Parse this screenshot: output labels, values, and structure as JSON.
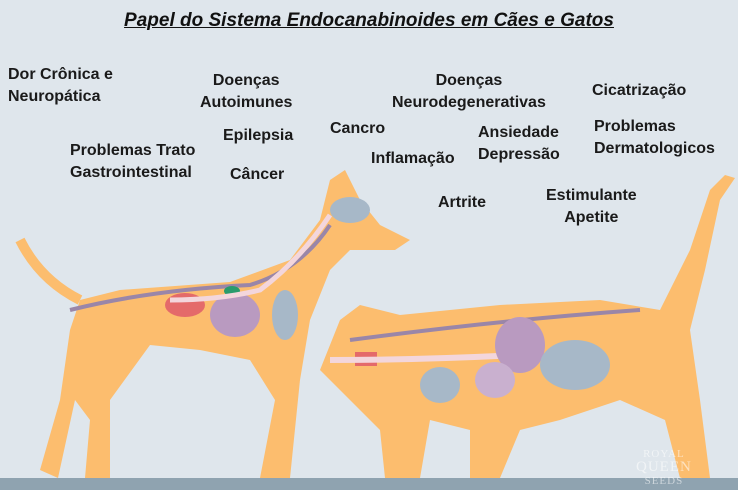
{
  "title": "Papel do Sistema Endocanabinoides em Cães e Gatos",
  "labels": {
    "dor": [
      "Dor Crônica e",
      "Neuropática"
    ],
    "autoimunes": [
      "Doenças",
      "Autoimunes"
    ],
    "neuro": [
      "Doenças",
      "Neurodegenerativas"
    ],
    "cicatrizacao": "Cicatrização",
    "gastro": [
      "Problemas Trato",
      "Gastrointestinal"
    ],
    "epilepsia": "Epilepsia",
    "cancro": "Cancro",
    "ansiedade": [
      "Ansiedade",
      "Depressão"
    ],
    "dermato": [
      "Problemas",
      "Dermatologicos"
    ],
    "inflamacao": "Inflamação",
    "cancer": "Câncer",
    "artrite": "Artrite",
    "apetite": [
      "Estimulante",
      "Apetite"
    ]
  },
  "watermark": [
    "ROYAL",
    "QUEEN",
    "SEEDS"
  ],
  "colors": {
    "background": "#dfe6ec",
    "body": "#fcbd6e",
    "floor": "#8fa3b0"
  }
}
